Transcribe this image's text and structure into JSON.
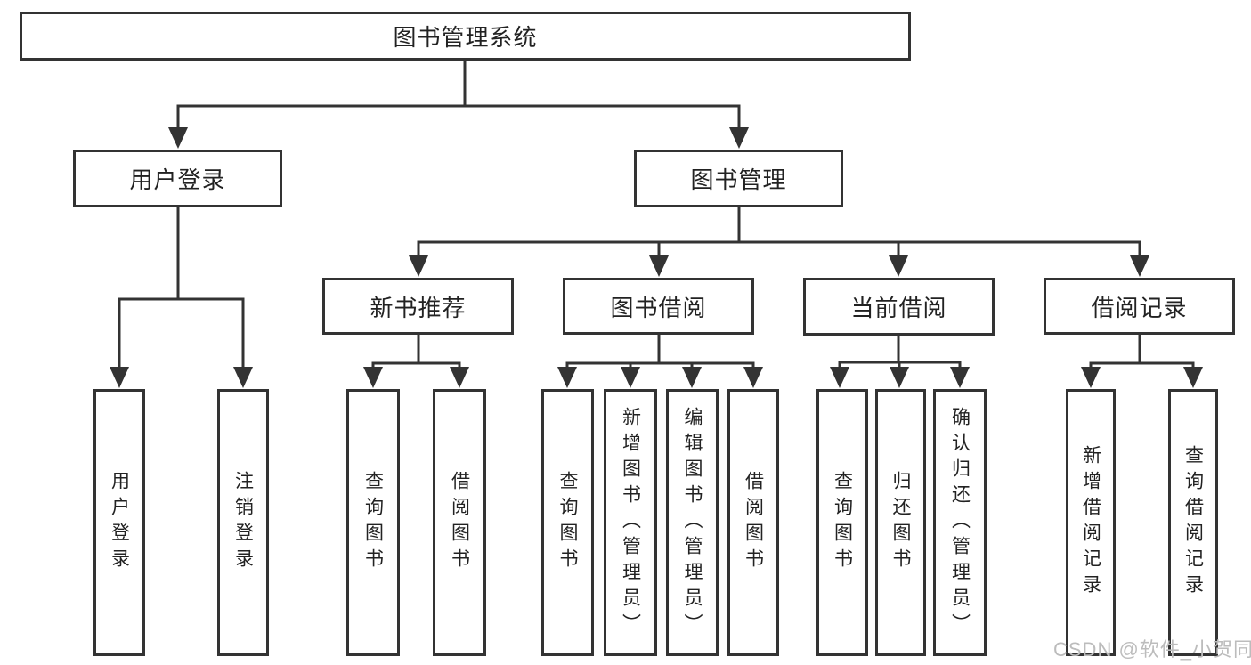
{
  "diagram": {
    "title": "图书管理系统",
    "level2": {
      "user_login": "用户登录",
      "book_management": "图书管理"
    },
    "level3": {
      "new_book_recommend": "新书推荐",
      "book_borrow": "图书借阅",
      "current_borrow": "当前借阅",
      "borrow_records": "借阅记录"
    },
    "leaves": {
      "user_login": "用户登录",
      "logout": "注销登录",
      "rec_query_book": "查询图书",
      "rec_borrow_book": "借阅图书",
      "bb_query_book": "查询图书",
      "bb_add_book_admin": "新增图书（管理员）",
      "bb_edit_book_admin": "编辑图书（管理员）",
      "bb_borrow_book": "借阅图书",
      "cb_query_book": "查询图书",
      "cb_return_book": "归还图书",
      "cb_confirm_return_admin": "确认归还（管理员）",
      "br_add_record": "新增借阅记录",
      "br_query_record": "查询借阅记录"
    },
    "colors": {
      "line": "#333333",
      "box_background": "#ffffff",
      "text": "#222222",
      "watermark": "#bcbcbc"
    },
    "watermark": "CSDN @软件_小贺同学"
  }
}
